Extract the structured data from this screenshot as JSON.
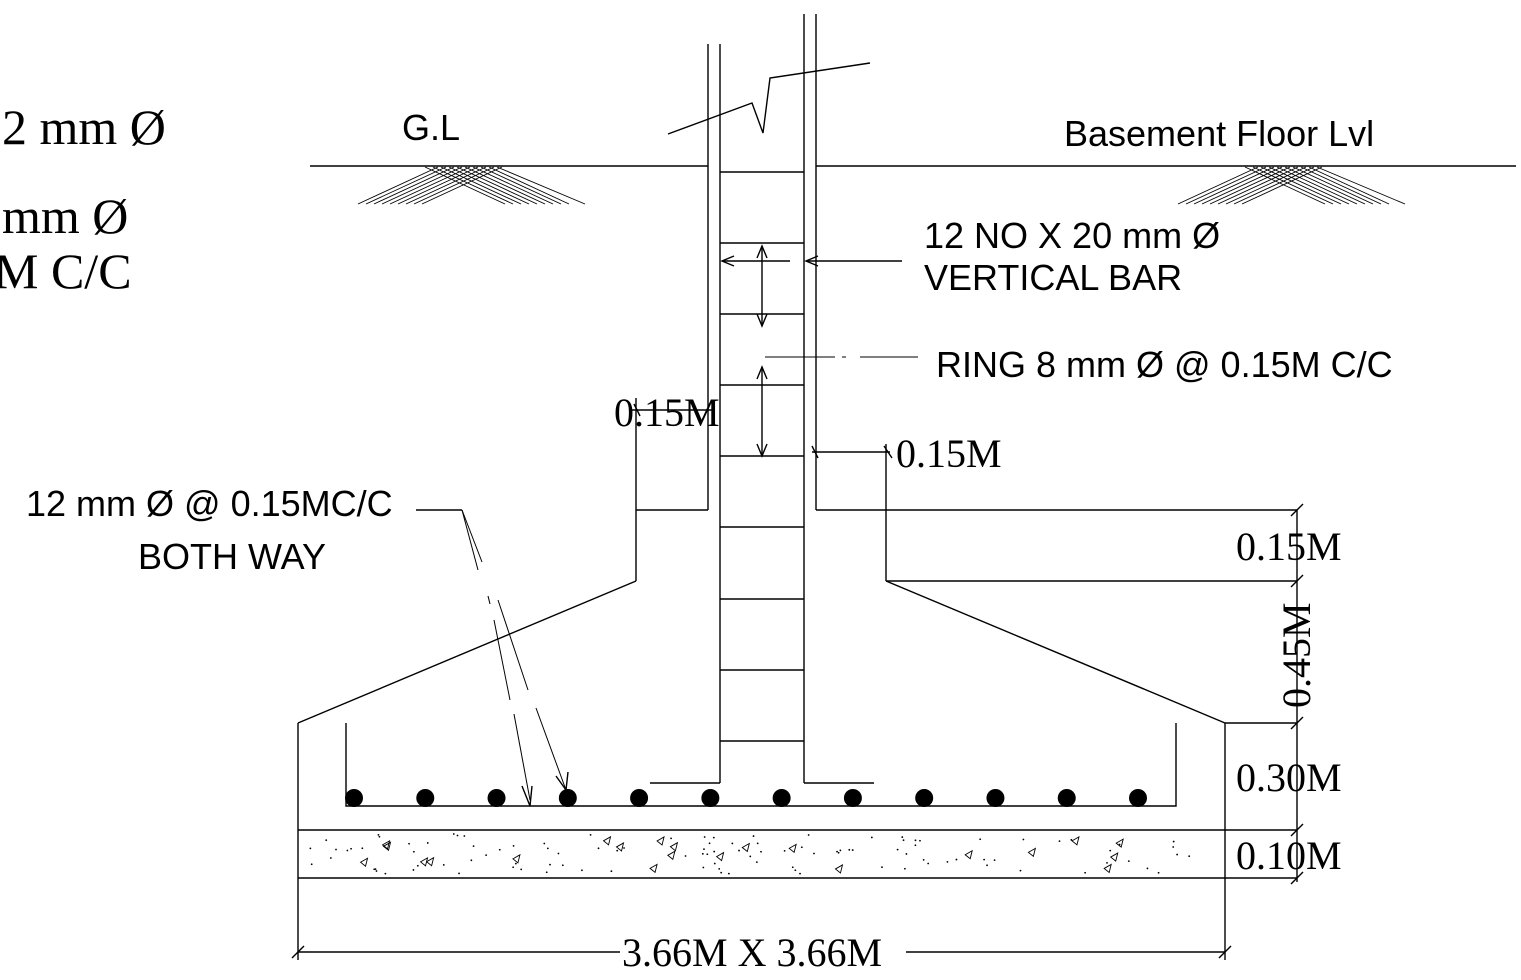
{
  "labels": {
    "cut_left_1": "2 mm Ø",
    "cut_left_2": " mm Ø",
    "cut_left_3": "M C/C",
    "ground_level": "G.L",
    "basement_floor": "Basement Floor Lvl",
    "vertical_bar_1": "12 NO X 20 mm Ø",
    "vertical_bar_2": "VERTICAL BAR",
    "ring": "RING 8 mm Ø @ 0.15M C/C",
    "bottom_bar_1": "12 mm Ø @ 0.15MC/C",
    "bottom_bar_2": "BOTH WAY"
  },
  "dimensions": {
    "pedestal_left": "0.15M",
    "pedestal_right": "0.15M",
    "step_height": "0.15M",
    "slope_height": "0.45M",
    "base_height": "0.30M",
    "pcc_height": "0.10M",
    "footing_size": "3.66M X 3.66M"
  },
  "bars": {
    "count": 12
  }
}
